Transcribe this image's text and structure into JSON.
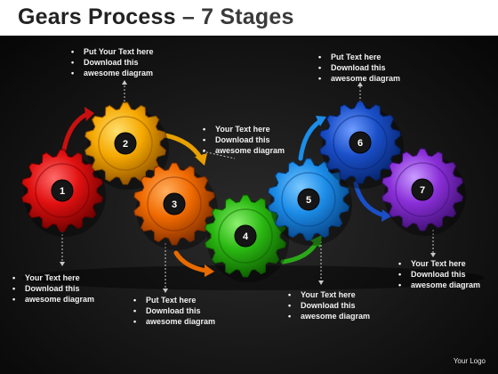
{
  "title": {
    "main": "Gears Process",
    "sub": "– 7 Stages"
  },
  "logo": "Your Logo",
  "gears": [
    {
      "label": "1",
      "color": "#e01010",
      "dark": "#6a0000",
      "light": "#ff6a6a"
    },
    {
      "label": "2",
      "color": "#f5a800",
      "dark": "#8a4d00",
      "light": "#ffe070"
    },
    {
      "label": "3",
      "color": "#f06a00",
      "dark": "#7a2a00",
      "light": "#ffb060"
    },
    {
      "label": "4",
      "color": "#2ab812",
      "dark": "#0d5a00",
      "light": "#8cf070"
    },
    {
      "label": "5",
      "color": "#1c8de8",
      "dark": "#063f80",
      "light": "#7cc8ff"
    },
    {
      "label": "6",
      "color": "#1a4fc8",
      "dark": "#06236a",
      "light": "#6f9cff"
    },
    {
      "label": "7",
      "color": "#8a2fd8",
      "dark": "#3e0f70",
      "light": "#c99cff"
    }
  ],
  "notes": {
    "gear1": [
      "Your Text  here",
      "Download this",
      "awesome diagram"
    ],
    "gear2": [
      "Put Your Text here",
      "Download this",
      "awesome diagram"
    ],
    "gear3": [
      "Put Text here",
      "Download this",
      "awesome diagram"
    ],
    "gear4": [
      "Your Text here",
      "Download this",
      "awesome diagram"
    ],
    "gear5": [
      "Your Text here",
      "Download this",
      "awesome diagram"
    ],
    "gear6": [
      "Put Text here",
      "Download this",
      "awesome diagram"
    ],
    "gear7": [
      "Your Text here",
      "Download this",
      "awesome diagram"
    ]
  }
}
